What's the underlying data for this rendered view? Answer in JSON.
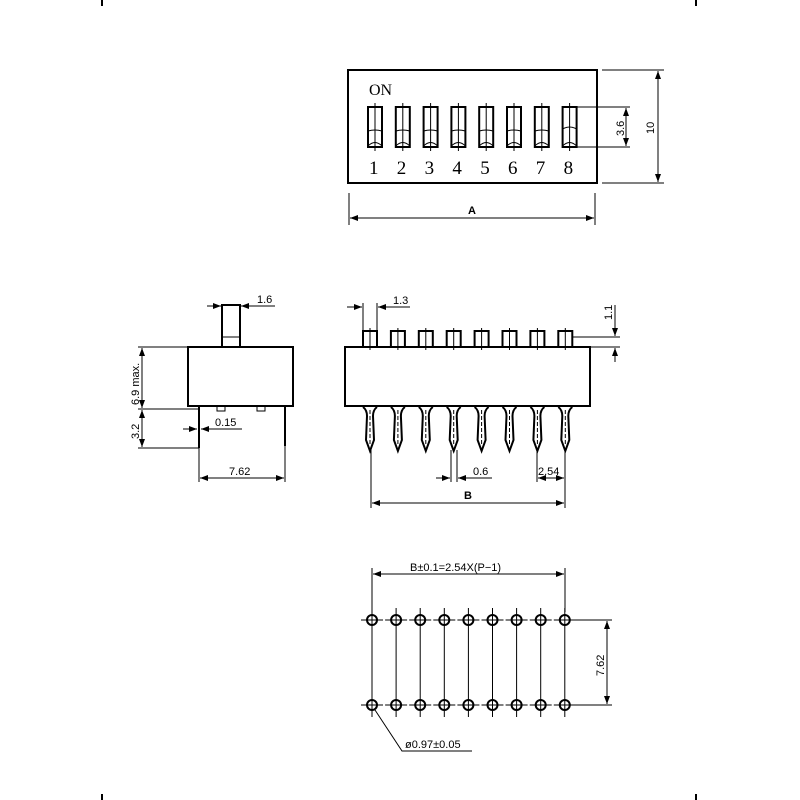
{
  "top_view": {
    "on_label": "ON",
    "switch_numbers": [
      "1",
      "2",
      "3",
      "4",
      "5",
      "6",
      "7",
      "8"
    ],
    "dim_width": "A",
    "dim_height": "10",
    "dim_switch": "3.6"
  },
  "side_view": {
    "dim_actuator": "1.6",
    "dim_body_height": "6.9 max.",
    "dim_pin_length": "3.2",
    "dim_standoff": "0.15",
    "dim_row_spacing": "7.62"
  },
  "front_view": {
    "dim_actuator_width": "1.3",
    "dim_actuator_height": "1.1",
    "dim_pin_width": "0.6",
    "dim_pitch": "2.54",
    "dim_span": "B"
  },
  "footprint": {
    "dim_span_formula": "B±0.1=2.54X(P−1)",
    "dim_row_spacing": "7.62",
    "dim_hole": "ø0.97±0.05"
  }
}
